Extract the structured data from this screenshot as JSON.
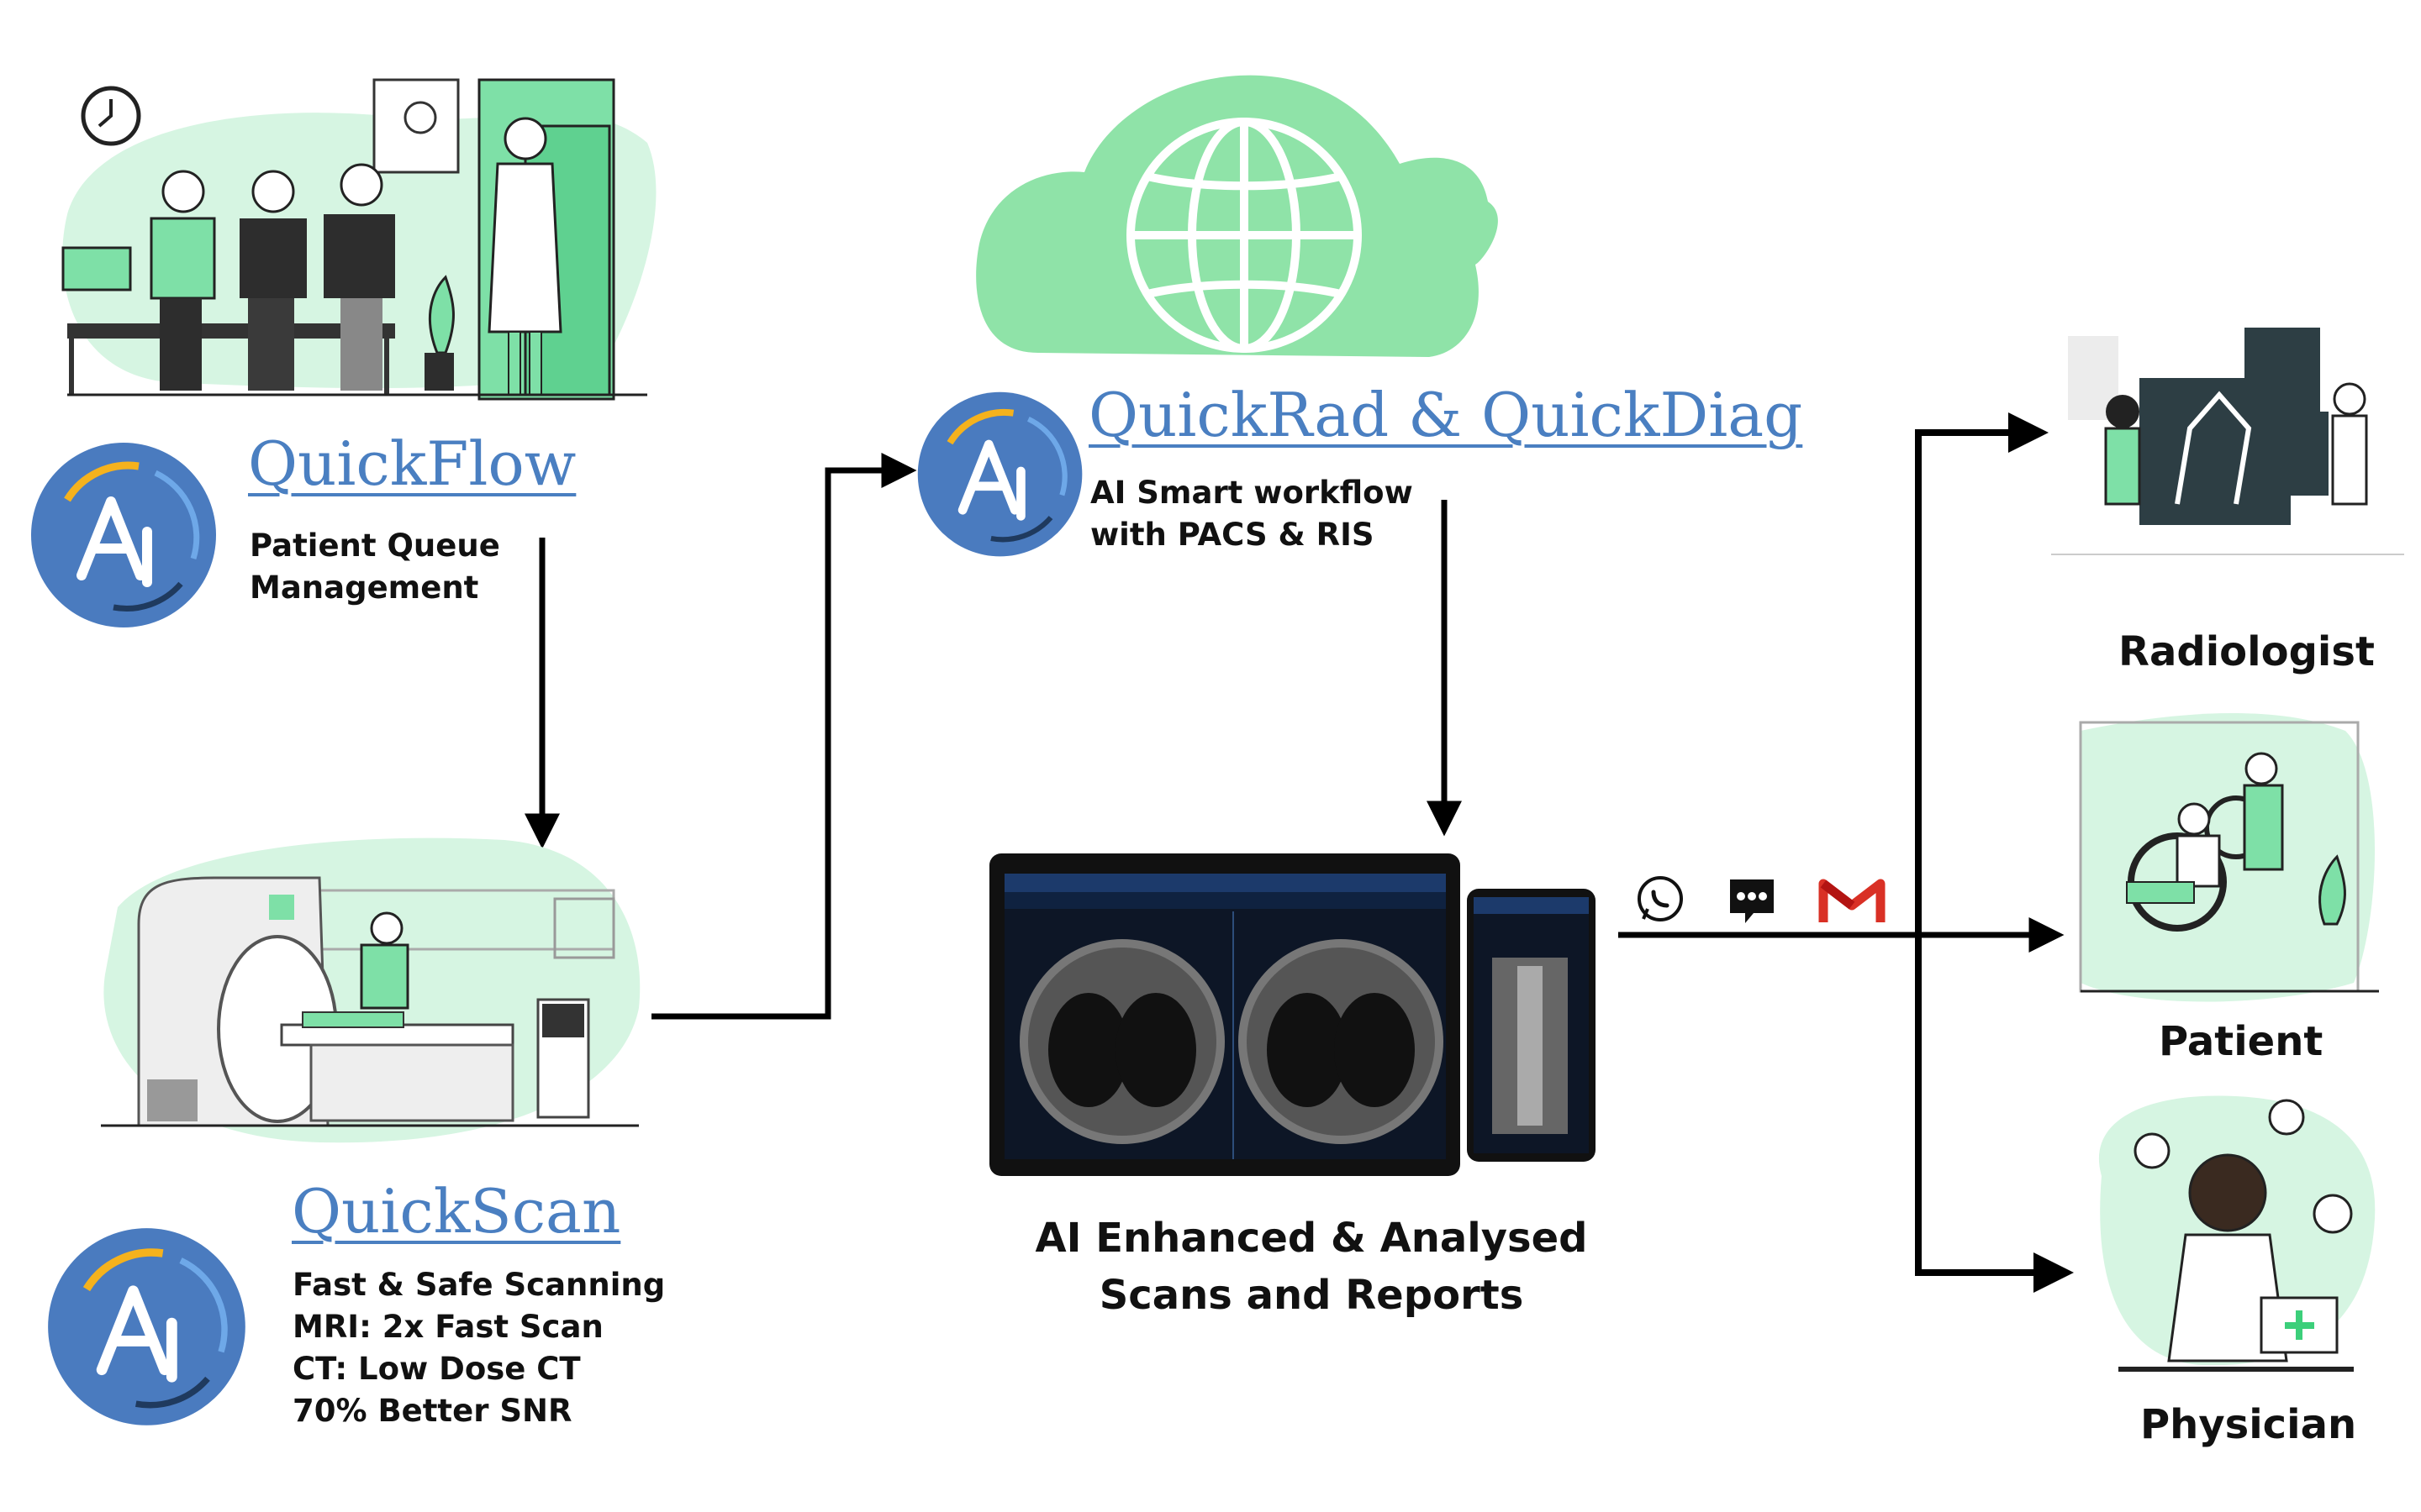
{
  "colors": {
    "accent_green": "#7ee0a7",
    "blob_green": "#d6f5e2",
    "ai_blue": "#4a7bbf",
    "ai_yellow": "#f5b21d",
    "link_blue": "#4a7fc1",
    "arrow": "#000000"
  },
  "quickflow": {
    "title": "QuickFlow",
    "lines": [
      "Patient Queue",
      "Management"
    ],
    "icon": "ai-logo-icon"
  },
  "quickscan": {
    "title": "QuickScan",
    "lines": [
      "Fast & Safe Scanning",
      "MRI: 2x Fast Scan",
      "CT: Low Dose CT",
      "70% Better SNR"
    ],
    "icon": "ai-logo-icon"
  },
  "quickrad": {
    "title": "QuickRad & QuickDiag",
    "lines": [
      "AI Smart workflow",
      "with PACS & RIS"
    ],
    "icon": "ai-logo-icon",
    "cloud_icon": "globe-icon"
  },
  "devices": {
    "caption_lines": [
      "AI Enhanced & Analysed",
      "Scans and Reports"
    ]
  },
  "channels": [
    "whatsapp-icon",
    "message-icon",
    "gmail-icon"
  ],
  "recipients": [
    {
      "label": "Radiologist"
    },
    {
      "label": "Patient"
    },
    {
      "label": "Physician"
    }
  ]
}
